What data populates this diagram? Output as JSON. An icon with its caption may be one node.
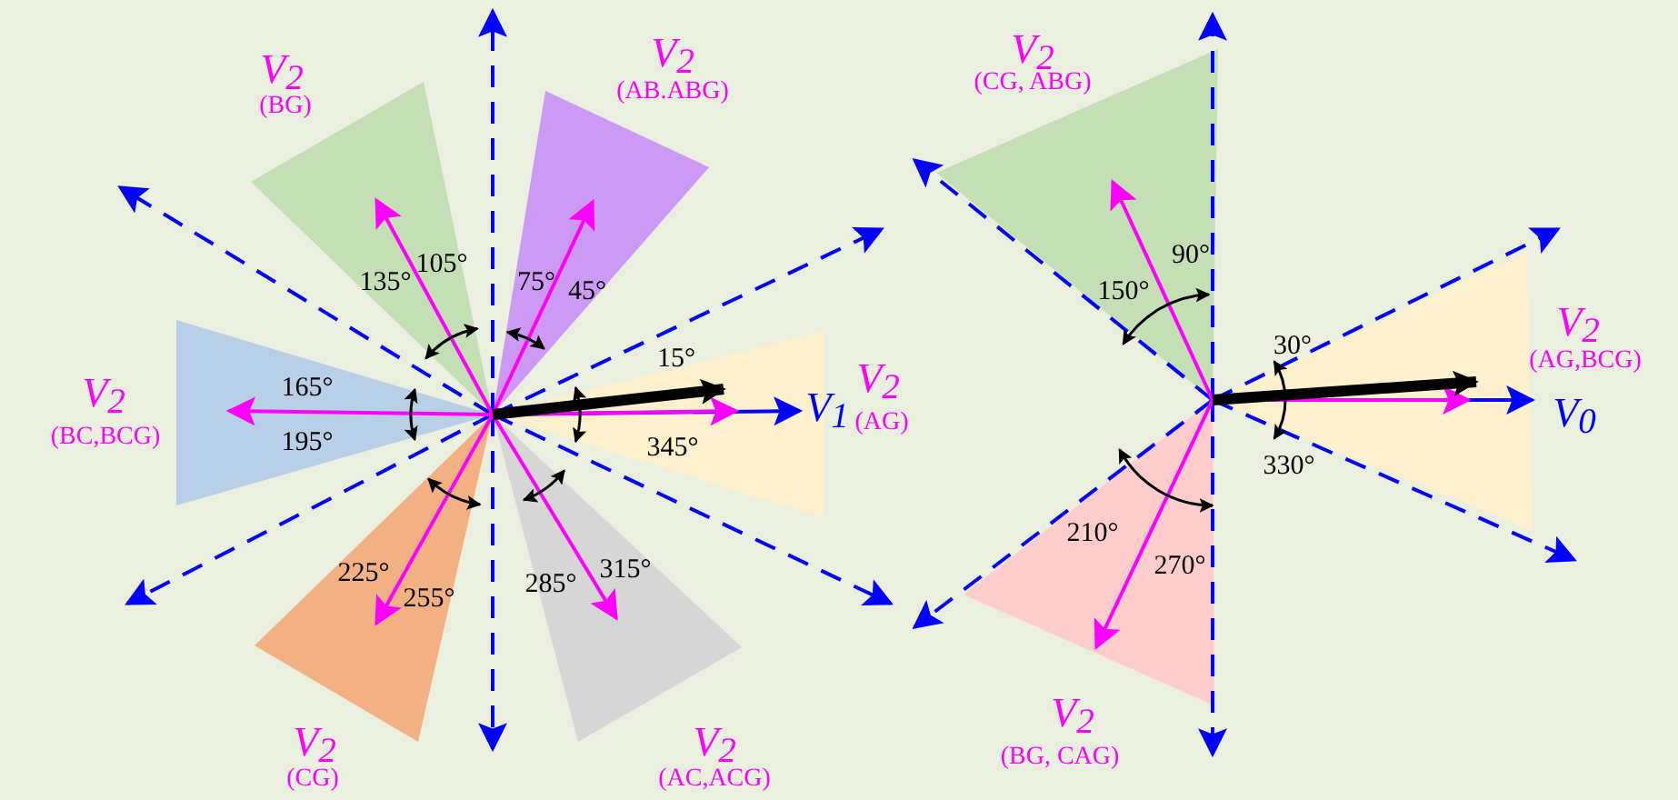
{
  "diagram": {
    "labels": [
      "V$_{2}$",
      "(BG)",
      "V$_{2}$",
      "(AB.ABG)",
      "135°",
      "105°",
      "75°",
      "45°",
      "165°",
      "15°",
      "V$_{2}$",
      "(BC,BCG)",
      "195°",
      "V$_{1}$",
      "V$_{2}$",
      "(AG)",
      "345°",
      "225°",
      "255°",
      "285°",
      "315°",
      "V$_{2}$",
      "(CG)",
      "V$_{2}$",
      "(AC,ACG)",
      "V$_{2}$",
      "(CG, ABG)",
      "90°",
      "150°",
      "30°",
      "V$_{2}$",
      "(AG,BCG)",
      "V$_{0}$",
      "330°",
      "210°",
      "270°",
      "V$_{2}$",
      "(BG, CAG)"
    ]
  }
}
